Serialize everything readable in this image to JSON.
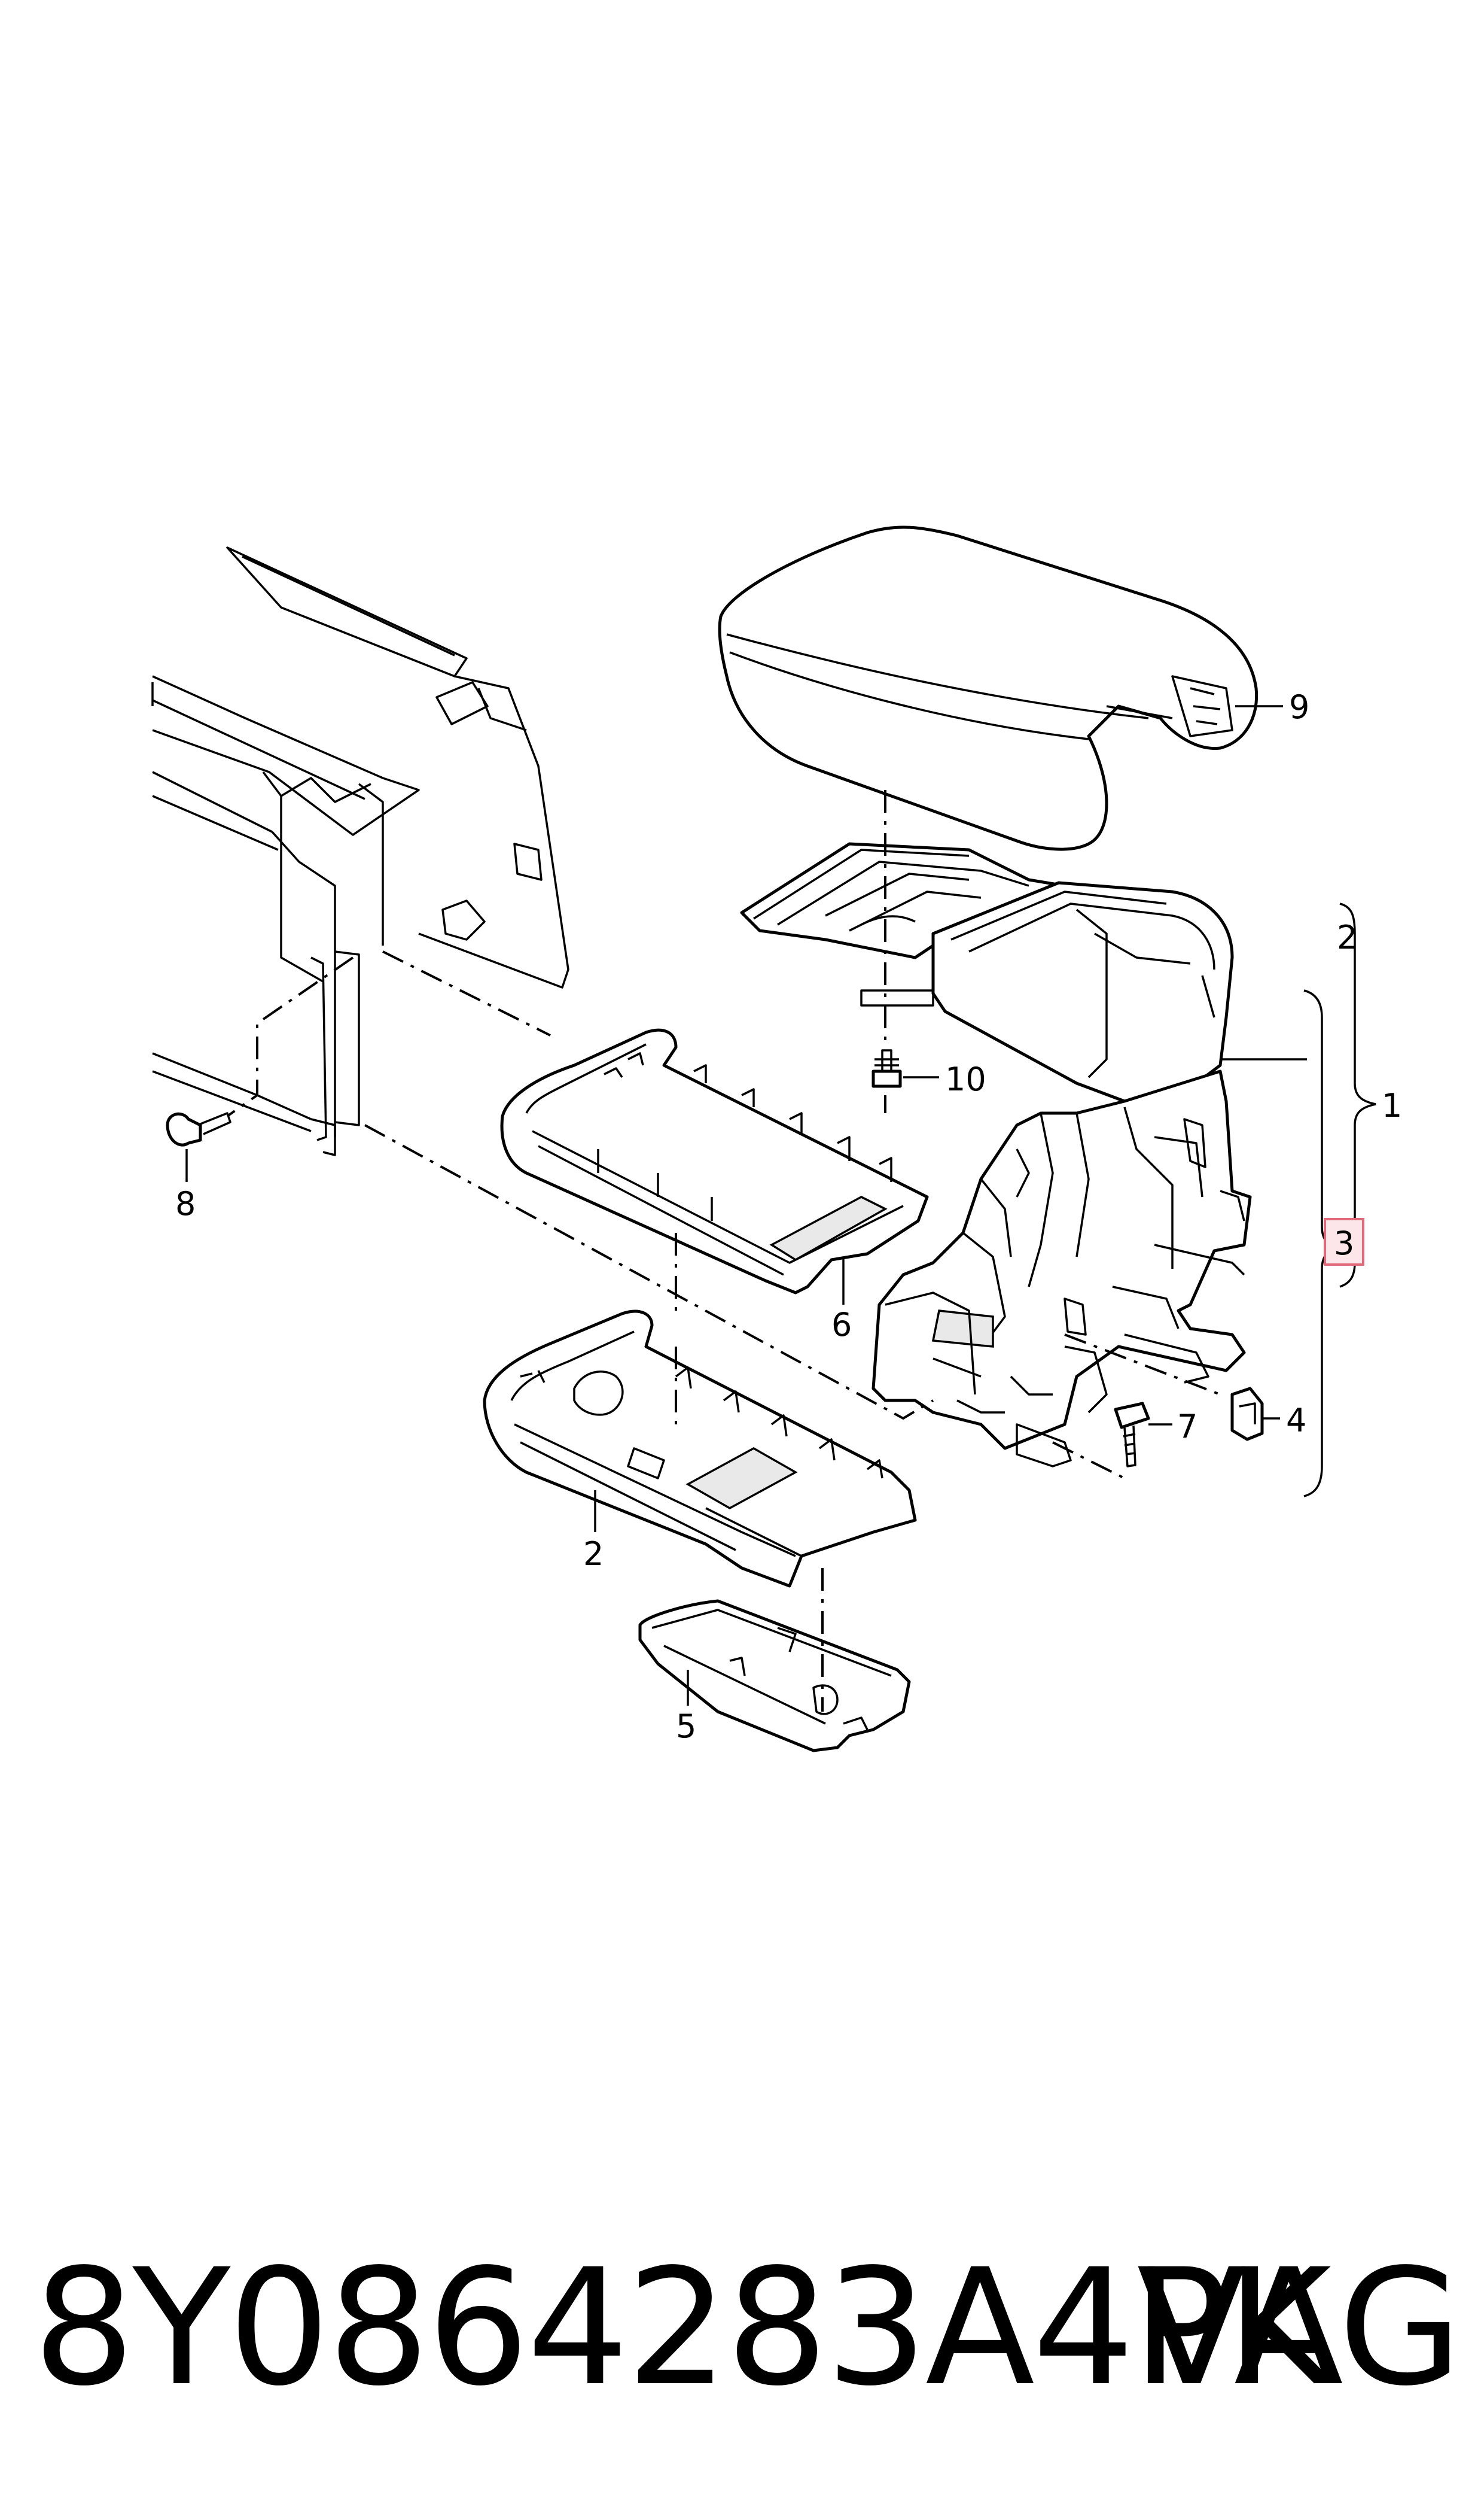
{
  "diagram": {
    "callouts": [
      "1",
      "2",
      "3",
      "4",
      "5",
      "6",
      "7",
      "8",
      "9",
      "10",
      "2"
    ],
    "highlighted_callout": "3",
    "highlight_color": "#fde6ea"
  },
  "footer": {
    "part_number": "8Y0864283A4PK",
    "brand": "VAG"
  }
}
